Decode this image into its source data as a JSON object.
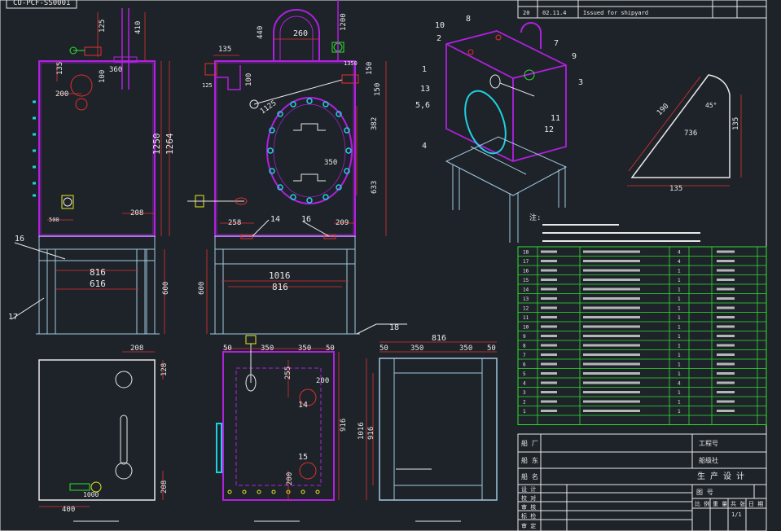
{
  "title_block_top": {
    "rev_row": {
      "no": "20",
      "date": "02.11.4",
      "desc": "Issued for shipyard"
    }
  },
  "drawing_label_top_left": "CU-PCF-SS0001",
  "dims": {
    "front": [
      "410",
      "125",
      "100",
      "135",
      "360",
      "200",
      "1250",
      "1264",
      "208",
      "500",
      "616",
      "816",
      "600"
    ],
    "side": [
      "440",
      "260",
      "135",
      "125",
      "1200",
      "150",
      "100",
      "1350",
      "150",
      "382",
      "1125",
      "350",
      "633",
      "258",
      "209",
      "1016",
      "816",
      "600"
    ],
    "iso_labels": [
      "10",
      "8",
      "2",
      "7",
      "9",
      "3",
      "1",
      "13",
      "5,6",
      "11",
      "12",
      "4"
    ],
    "bracket": [
      "190",
      "45°",
      "135",
      "135",
      "736"
    ],
    "plan_a": [
      "208",
      "128",
      "208",
      "400",
      "1000"
    ],
    "plan_b": [
      "50",
      "350",
      "350",
      "50",
      "255",
      "200",
      "916",
      "200",
      "14",
      "15"
    ],
    "plan_c": [
      "816",
      "50",
      "350",
      "350",
      "50",
      "1016",
      "916"
    ]
  },
  "callouts": {
    "c14": "14",
    "c16": "16",
    "c17": "17",
    "c18": "18"
  },
  "notes_label": "注:",
  "table": {
    "rows": [
      {
        "no": "18",
        "qty": "4"
      },
      {
        "no": "17",
        "qty": "4"
      },
      {
        "no": "16",
        "qty": "1"
      },
      {
        "no": "15",
        "qty": "1"
      },
      {
        "no": "14",
        "qty": "1"
      },
      {
        "no": "13",
        "qty": "1"
      },
      {
        "no": "12",
        "qty": "1"
      },
      {
        "no": "11",
        "qty": "1"
      },
      {
        "no": "10",
        "qty": "1"
      },
      {
        "no": "9",
        "qty": "1"
      },
      {
        "no": "8",
        "qty": "1"
      },
      {
        "no": "7",
        "qty": "1"
      },
      {
        "no": "6",
        "qty": "1"
      },
      {
        "no": "5",
        "qty": "1"
      },
      {
        "no": "4",
        "qty": "4"
      },
      {
        "no": "3",
        "qty": "1"
      },
      {
        "no": "2",
        "qty": "1"
      },
      {
        "no": "1",
        "qty": "1"
      }
    ]
  },
  "title_block": {
    "shipyard": "船 厂",
    "owner": "船 东",
    "ship_name": "船 名",
    "project_no": "工程号",
    "society": "船级社",
    "design": "生 产 设 计",
    "drawing_no": "图 号",
    "scale": "比 例",
    "weight": "重 量",
    "sheets": "共 张",
    "date": "日 期",
    "sheet_val": "1/1",
    "roles": [
      "设 计",
      "校 对",
      "审 核",
      "标 检",
      "审 定"
    ]
  }
}
